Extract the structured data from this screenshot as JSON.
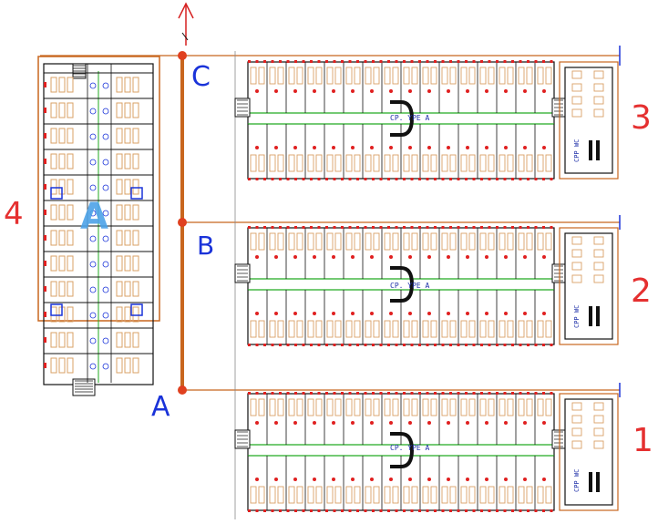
{
  "labels": {
    "node_c": "C",
    "node_b": "B",
    "node_a": "A",
    "building_left_id": "4",
    "building_left_mark": "A",
    "building_3_id": "3",
    "building_2_id": "2",
    "building_1_id": "1"
  },
  "blocks": [
    {
      "name": "block-3",
      "type_text": "CP. YPE A",
      "wc_text": "CPP WC"
    },
    {
      "name": "block-2",
      "type_text": "CP. YPE A",
      "wc_text": "CPP WC"
    },
    {
      "name": "block-1",
      "type_text": "CP. YPE A",
      "wc_text": "CPP WC"
    }
  ],
  "colors": {
    "pipe": "#c8661e",
    "node": "#e0401f",
    "arrow": "#d62020",
    "wall": "#111111",
    "furniture": "#d9a066",
    "green_wall": "#22aa22",
    "red_mark": "#e02020",
    "blue_mark": "#1a33d9",
    "handwriting_blue": "#1a33d9",
    "handwriting_red": "#e53030"
  }
}
